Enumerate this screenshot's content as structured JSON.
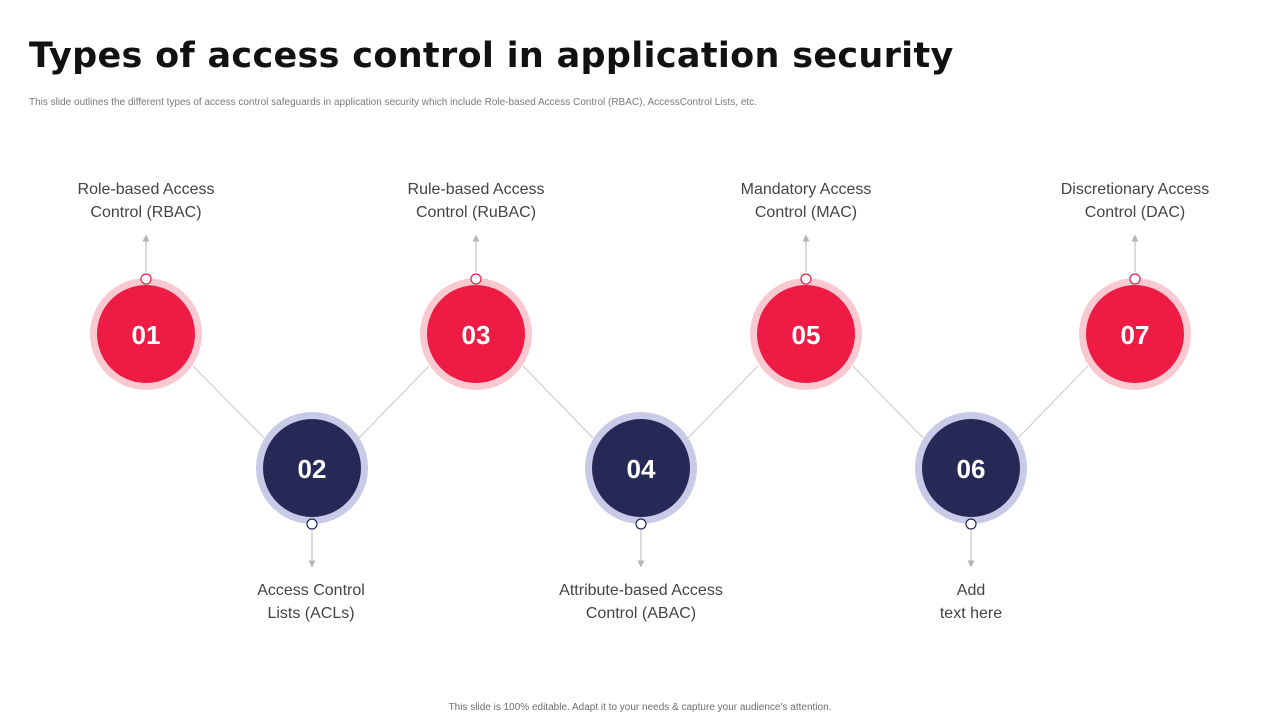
{
  "title": "Types of access control in application security",
  "subtitle": "This slide outlines the different types of access control safeguards in application security which include Role-based Access Control (RBAC), AccessControl Lists, etc.",
  "footer": "This slide is 100% editable. Adapt it to your needs & capture your audience’s attention.",
  "colors": {
    "accent_red": "#ee1c45",
    "accent_red_ring": "#f9c9d2",
    "accent_navy": "#262856",
    "accent_navy_ring": "#c9c9e8",
    "connector": "#c8c8c8"
  },
  "steps": [
    {
      "number": "01",
      "label_line1": "Role-based Access",
      "label_line2": "Control (RBAC)"
    },
    {
      "number": "02",
      "label_line1": "Access Control",
      "label_line2": "Lists (ACLs)"
    },
    {
      "number": "03",
      "label_line1": "Rule-based Access",
      "label_line2": "Control (RuBAC)"
    },
    {
      "number": "04",
      "label_line1": "Attribute-based Access",
      "label_line2": "Control (ABAC)"
    },
    {
      "number": "05",
      "label_line1": "Mandatory Access",
      "label_line2": "Control (MAC)"
    },
    {
      "number": "06",
      "label_line1": "Add",
      "label_line2": "text here"
    },
    {
      "number": "07",
      "label_line1": "Discretionary Access",
      "label_line2": "Control (DAC)"
    }
  ]
}
